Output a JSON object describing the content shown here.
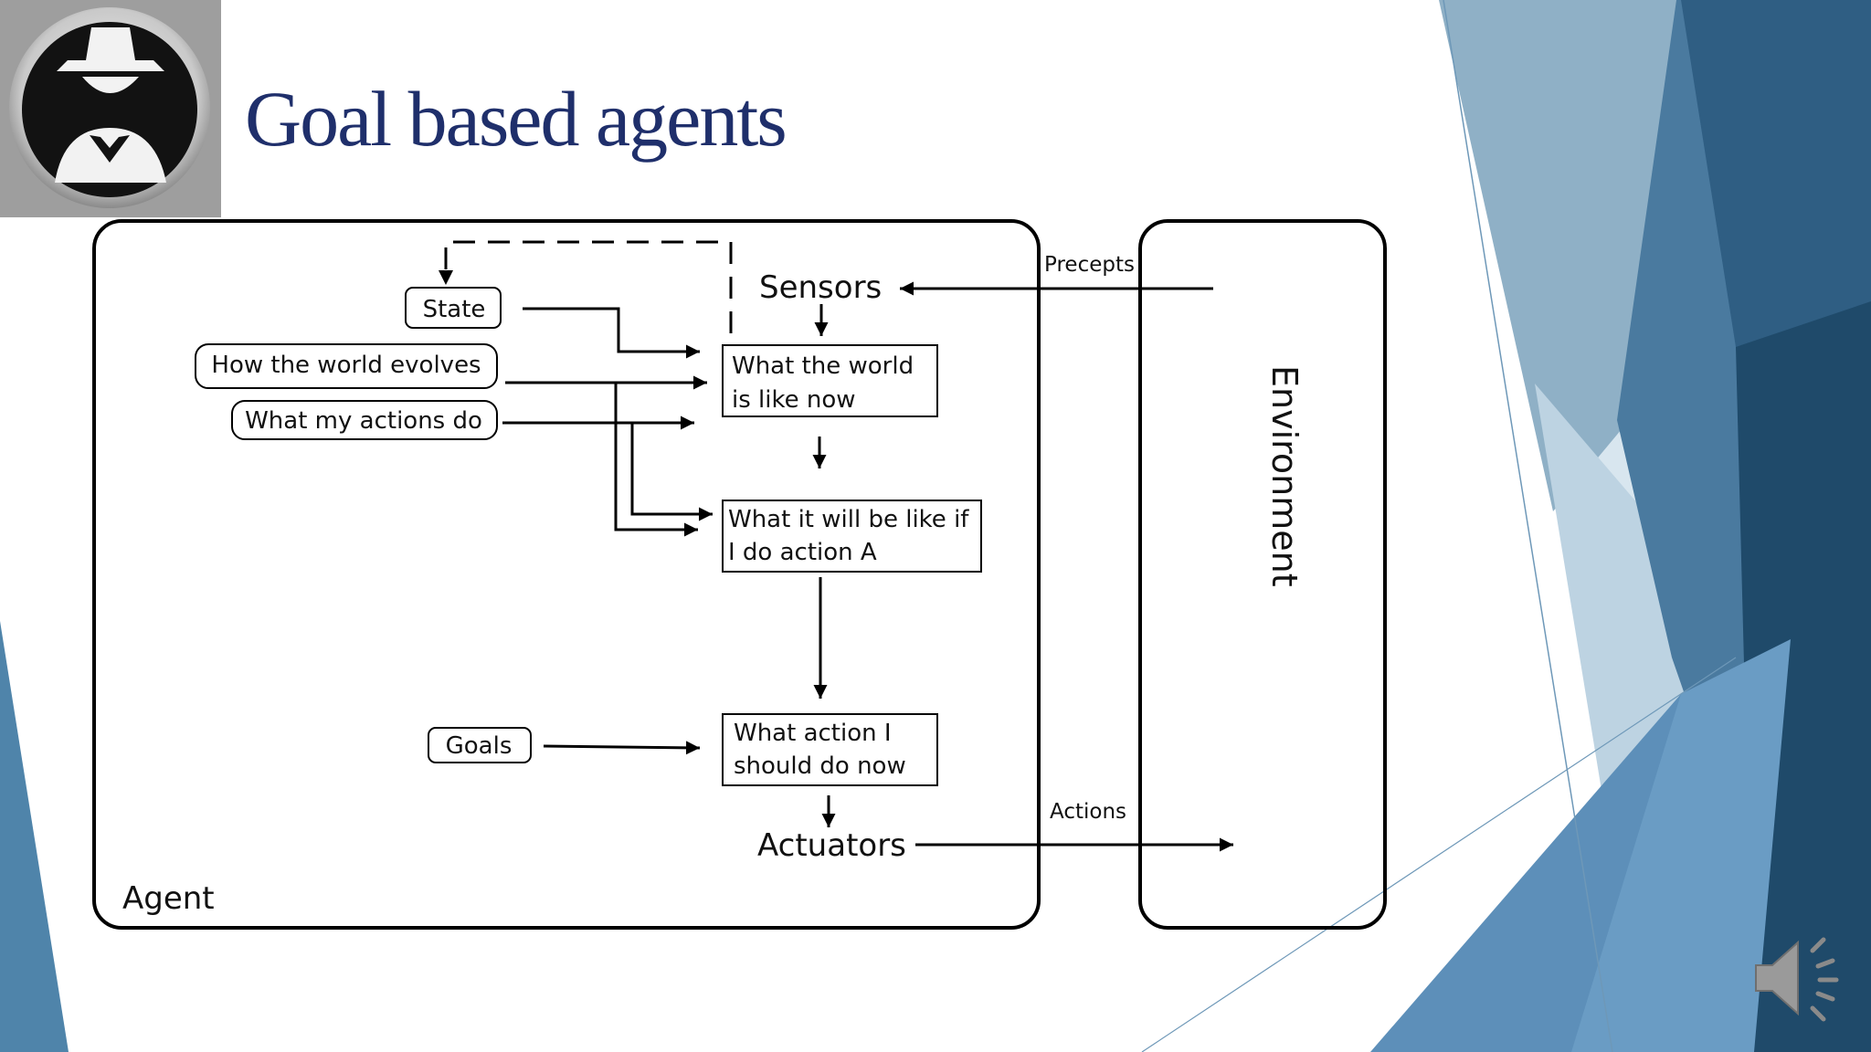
{
  "slide": {
    "title": "Goal based agents"
  },
  "diagram": {
    "agent_label": "Agent",
    "environment_label": "Environment",
    "precepts_label": "Precepts",
    "actions_label": "Actions",
    "sensors_label": "Sensors",
    "actuators_label": "Actuators",
    "inputs": {
      "state": "State",
      "world_evolves": "How the world evolves",
      "my_actions": "What my actions do",
      "goals": "Goals"
    },
    "boxes": {
      "world_now": [
        "What the world",
        "is like now"
      ],
      "will_be_like": [
        "What it will be like if",
        "I do action A"
      ],
      "action_now": [
        "What action I",
        "should do now"
      ]
    }
  },
  "icons": {
    "agent_avatar": "spy-icon",
    "audio": "speaker-icon"
  },
  "colors": {
    "title": "#1f2f6b",
    "accent_dark": "#2a5577",
    "accent_mid": "#4f84aa",
    "accent_light": "#a9c6da"
  }
}
